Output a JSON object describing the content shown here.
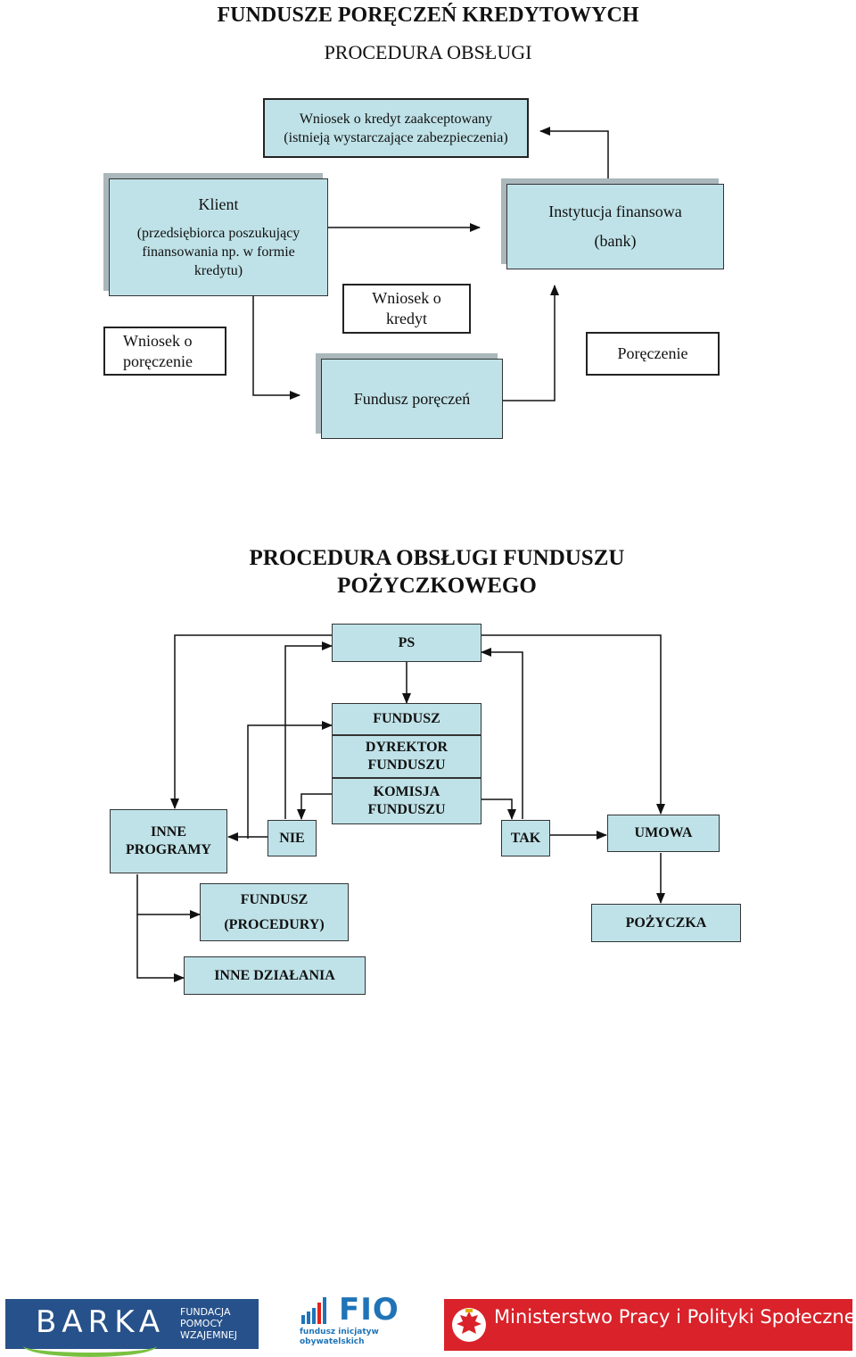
{
  "header": {
    "title": "FUNDUSZE PORĘCZEŃ KREDYTOWYCH",
    "subtitle": "PROCEDURA OBSŁUGI"
  },
  "diagram1": {
    "accepted": [
      "Wniosek o kredyt zaakceptowany",
      "(istnieją wystarczające zabezpieczenia)"
    ],
    "client": [
      "Klient",
      "(przedsiębiorca poszukujący",
      "finansowania np. w formie",
      "kredytu)"
    ],
    "institution": [
      "Instytucja finansowa",
      "(bank)"
    ],
    "guarantee_request": [
      "Wniosek o",
      "poręczenie"
    ],
    "credit_request": [
      "Wniosek o",
      "kredyt"
    ],
    "guarantee": "Poręczenie",
    "fund": "Fundusz poręczeń"
  },
  "section2": {
    "title": [
      "PROCEDURA  OBSŁUGI FUNDUSZU",
      "POŻYCZKOWEGO"
    ]
  },
  "diagram2": {
    "ps": "PS",
    "fundusz": "FUNDUSZ",
    "dyrektor": [
      "DYREKTOR",
      "FUNDUSZU"
    ],
    "komisja": [
      "KOMISJA",
      "FUNDUSZU"
    ],
    "inne_programy": [
      "INNE",
      "PROGRAMY"
    ],
    "nie": "NIE",
    "tak": "TAK",
    "umowa": "UMOWA",
    "fundusz_procedury": [
      "FUNDUSZ",
      "(PROCEDURY)"
    ],
    "pozyczka": "POŻYCZKA",
    "inne_dzialania": "INNE DZIAŁANIA"
  },
  "footer": {
    "barka_logo": [
      "BARKA",
      "FUNDACJA",
      "POMOCY",
      "WZAJEMNEJ"
    ],
    "fio_logo": [
      "FIO",
      "fundusz inicjatyw",
      "obywatelskich"
    ],
    "ministry_logo": "Ministerstwo Pracy i Polityki Społecznej"
  },
  "colors": {
    "box_fill": "#bfe2e8",
    "box_shadow": "#aab7bb",
    "barka_blue": "#27518a",
    "fio_blue": "#1f74b8",
    "ministry_red": "#d9222a"
  }
}
